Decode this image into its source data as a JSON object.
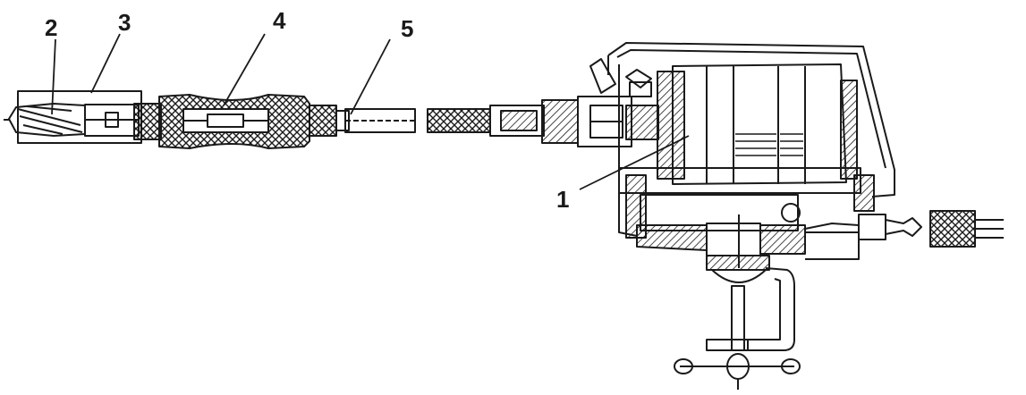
{
  "diagram": {
    "callouts": [
      {
        "id": "1",
        "text": "1"
      },
      {
        "id": "2",
        "text": "2"
      },
      {
        "id": "3",
        "text": "3"
      },
      {
        "id": "4",
        "text": "4"
      },
      {
        "id": "5",
        "text": "5"
      }
    ],
    "colors": {
      "ink": "#1a1a1a",
      "background": "#ffffff"
    }
  }
}
